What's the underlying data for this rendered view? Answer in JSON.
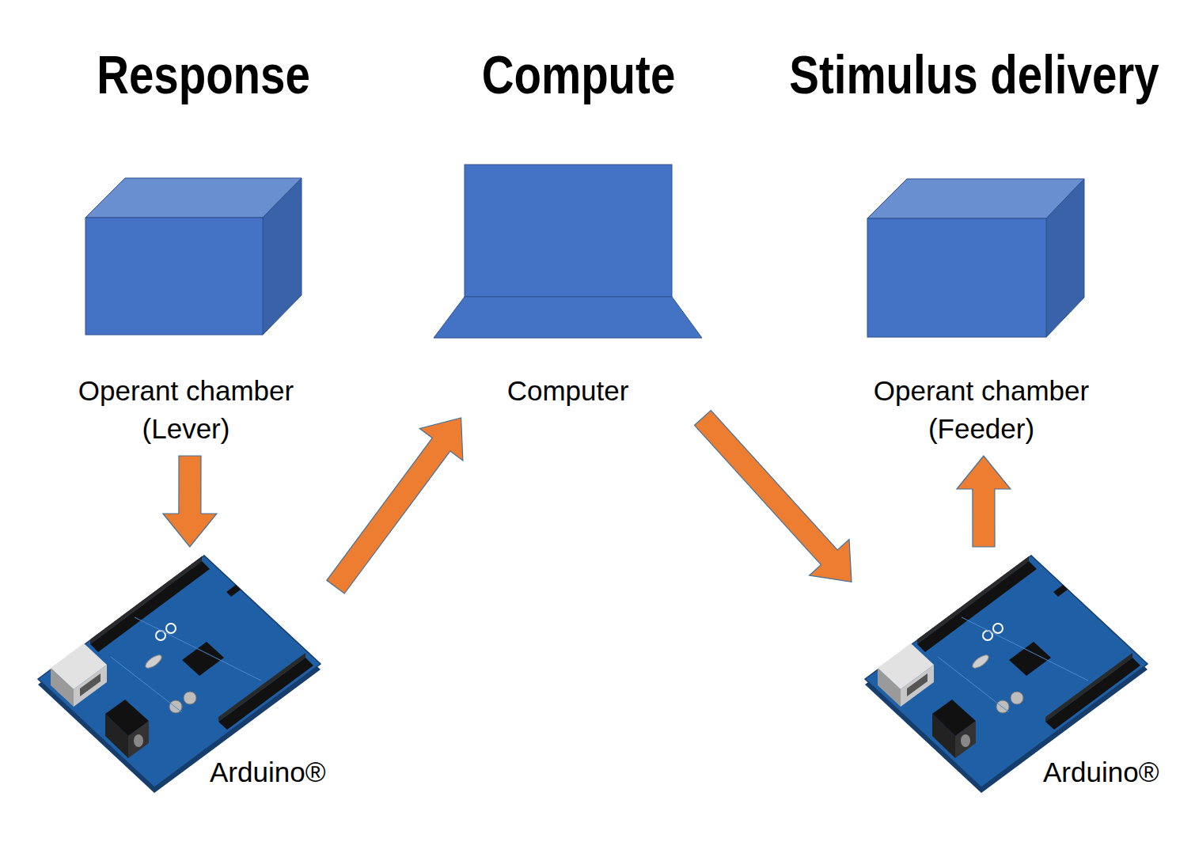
{
  "diagram": {
    "nodes": [
      {
        "text": [
          "Operant chamber (Lever)"
        ]
      },
      {
        "text": [
          "Computer"
        ]
      },
      {
        "text": [
          "Operant chamber (Feeder)"
        ]
      },
      {
        "text": [
          "Arduino®"
        ]
      },
      {
        "text": [
          "Arduino®"
        ]
      }
    ],
    "edges": [
      {
        "from": 0,
        "to": 3,
        "arrow": "to"
      },
      {
        "from": 3,
        "to": 1,
        "arrow": "to"
      },
      {
        "from": 1,
        "to": 4,
        "arrow": "to"
      },
      {
        "from": 4,
        "to": 2,
        "arrow": "to"
      }
    ],
    "labels": [
      "Response",
      "Compute",
      "Stimulus delivery"
    ]
  }
}
